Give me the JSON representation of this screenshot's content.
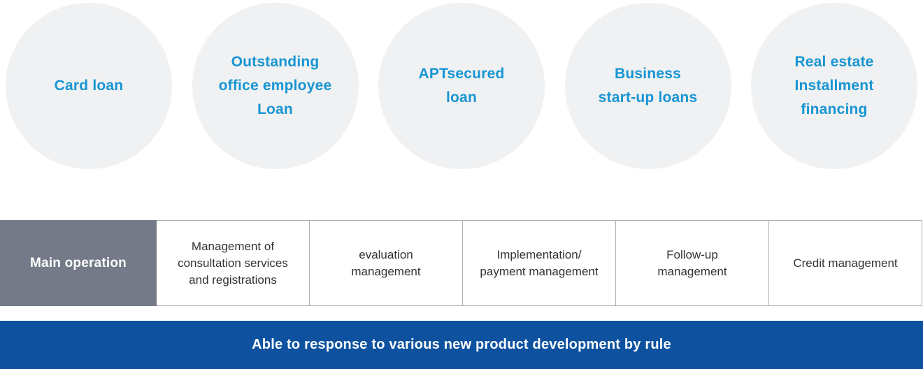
{
  "colors": {
    "circle_bg": "#f0f1f2",
    "circle_text": "#1795d3",
    "header_cell_bg": "#747a88",
    "header_cell_text": "#ffffff",
    "cell_border": "#b0b0b0",
    "cell_text": "#333333",
    "banner_bg": "#0e529f",
    "banner_text": "#ffffff"
  },
  "circles": [
    {
      "label": "Card loan"
    },
    {
      "label": "Outstanding\noffice employee\nLoan"
    },
    {
      "label": "APTsecured\nloan"
    },
    {
      "label": "Business\nstart-up loans"
    },
    {
      "label": "Real estate\nInstallment\nfinancing"
    }
  ],
  "table": {
    "header": "Main operation",
    "cells": [
      {
        "label": "Management of\nconsultation services\nand registrations"
      },
      {
        "label": "evaluation\nmanagement"
      },
      {
        "label": "Implementation/\npayment management"
      },
      {
        "label": "Follow-up\nmanagement"
      },
      {
        "label": "Credit management"
      }
    ]
  },
  "banner": {
    "text": "Able to response to various new product development by rule"
  }
}
